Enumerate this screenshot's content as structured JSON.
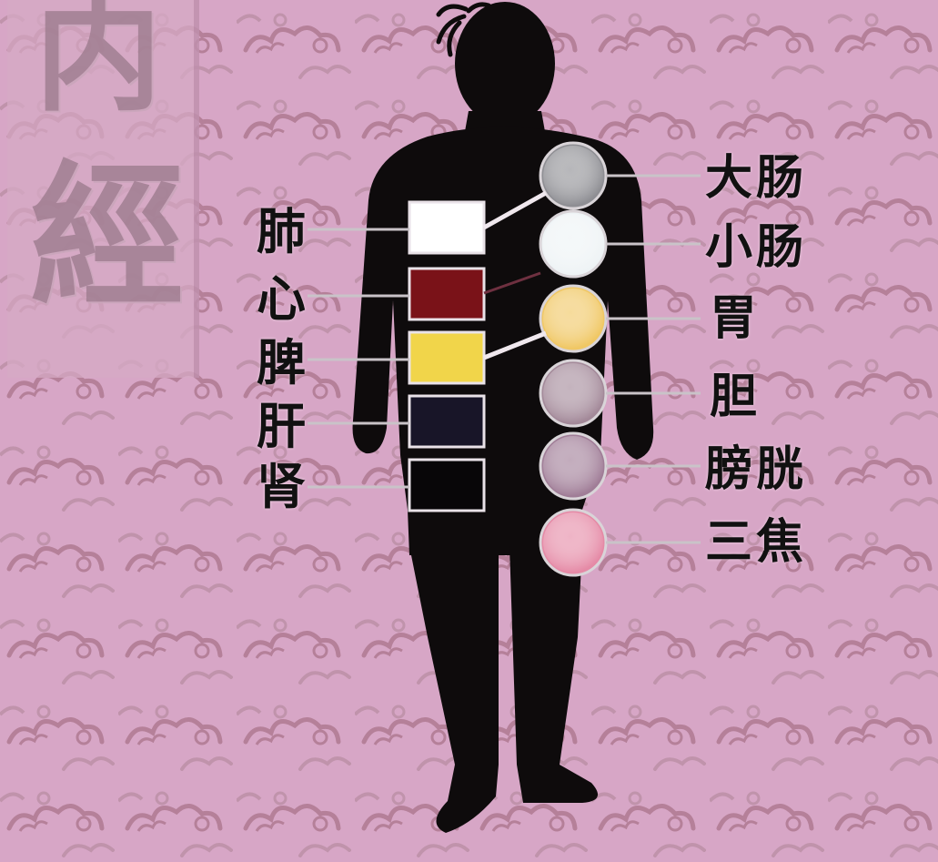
{
  "title_chars": [
    "内",
    "經"
  ],
  "zang_organs": [
    {
      "label": "肺",
      "color": "#ffffff"
    },
    {
      "label": "心",
      "color": "#7a1218"
    },
    {
      "label": "脾",
      "color": "#f1d54a"
    },
    {
      "label": "肝",
      "color": "#181528"
    },
    {
      "label": "肾",
      "color": "#080608"
    }
  ],
  "fu_organs": [
    {
      "label": "大肠",
      "color": "#8e8e93"
    },
    {
      "label": "小肠",
      "color": "#eef3f5"
    },
    {
      "label": "胃",
      "color": "#f0c764"
    },
    {
      "label": "胆",
      "color": "#a38999"
    },
    {
      "label": "膀胱",
      "color": "#a07d97"
    },
    {
      "label": "三焦",
      "color": "#e58aa6"
    }
  ],
  "colors": {
    "background": "#d7a6c6",
    "pattern": "#b9869f",
    "silhouette": "#0e0b0c"
  }
}
